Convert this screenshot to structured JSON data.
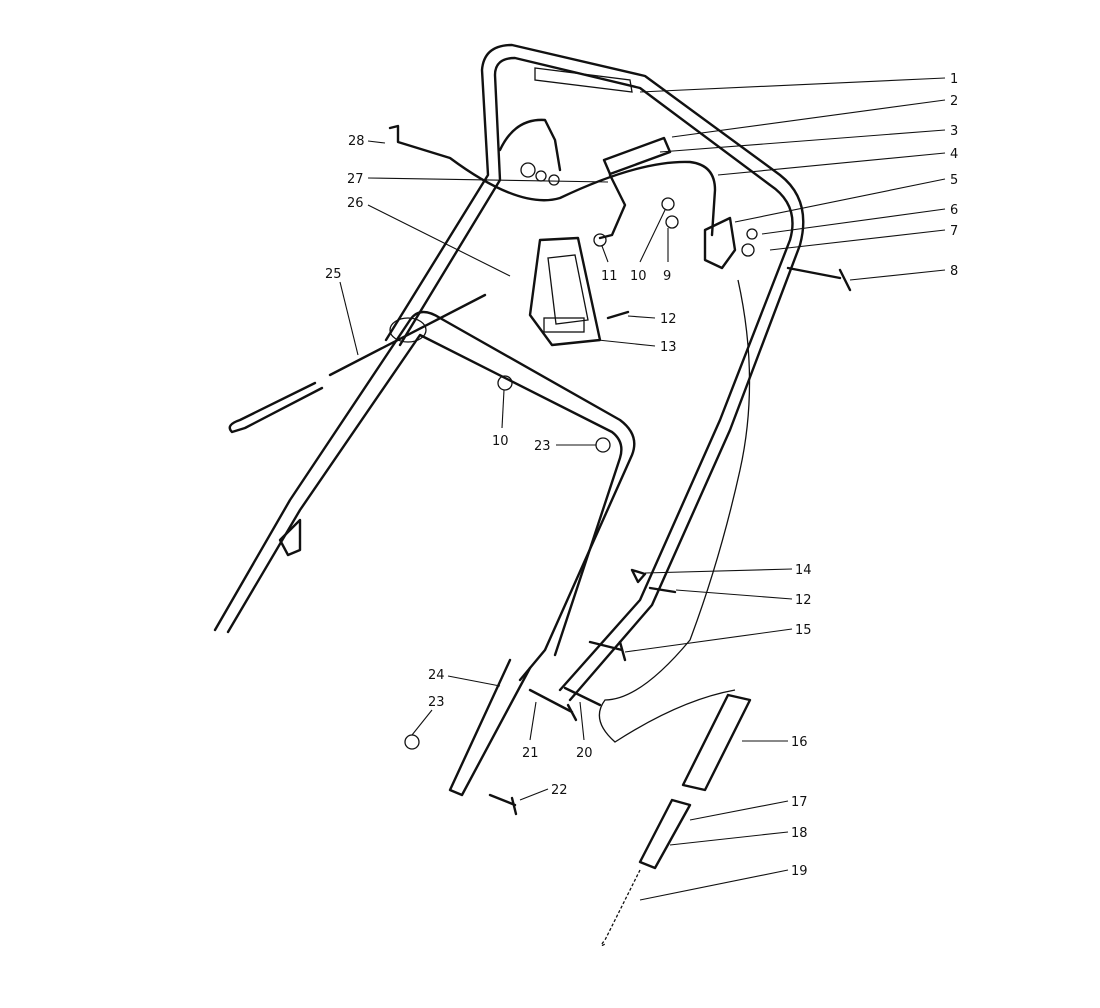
{
  "diagram": {
    "type": "exploded parts diagram",
    "callouts": [
      {
        "id": "c1",
        "label": "1"
      },
      {
        "id": "c2",
        "label": "2"
      },
      {
        "id": "c3",
        "label": "3"
      },
      {
        "id": "c4",
        "label": "4"
      },
      {
        "id": "c5",
        "label": "5"
      },
      {
        "id": "c6",
        "label": "6"
      },
      {
        "id": "c7",
        "label": "7"
      },
      {
        "id": "c8",
        "label": "8"
      },
      {
        "id": "c9",
        "label": "9"
      },
      {
        "id": "c10a",
        "label": "10"
      },
      {
        "id": "c11",
        "label": "11"
      },
      {
        "id": "c12a",
        "label": "12"
      },
      {
        "id": "c13",
        "label": "13"
      },
      {
        "id": "c10b",
        "label": "10"
      },
      {
        "id": "c23a",
        "label": "23"
      },
      {
        "id": "c14",
        "label": "14"
      },
      {
        "id": "c12b",
        "label": "12"
      },
      {
        "id": "c15",
        "label": "15"
      },
      {
        "id": "c16",
        "label": "16"
      },
      {
        "id": "c17",
        "label": "17"
      },
      {
        "id": "c18",
        "label": "18"
      },
      {
        "id": "c19",
        "label": "19"
      },
      {
        "id": "c20",
        "label": "20"
      },
      {
        "id": "c21",
        "label": "21"
      },
      {
        "id": "c22",
        "label": "22"
      },
      {
        "id": "c23b",
        "label": "23"
      },
      {
        "id": "c24",
        "label": "24"
      },
      {
        "id": "c25",
        "label": "25"
      },
      {
        "id": "c26",
        "label": "26"
      },
      {
        "id": "c27",
        "label": "27"
      },
      {
        "id": "c28",
        "label": "28"
      }
    ]
  }
}
